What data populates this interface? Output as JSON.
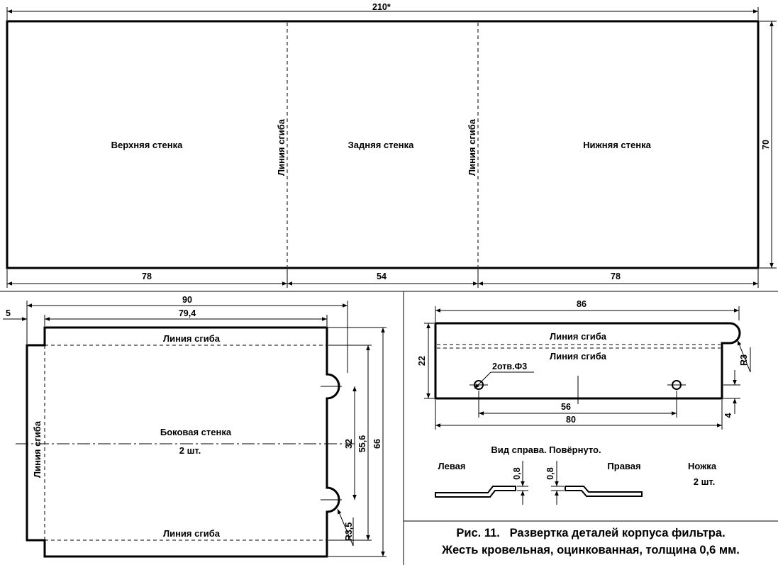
{
  "top_panel": {
    "width_dim": "210*",
    "height_dim": "70",
    "sections": [
      {
        "label": "Верхняя стенка",
        "width": "78"
      },
      {
        "label": "Задняя стенка",
        "width": "54"
      },
      {
        "label": "Нижняя стенка",
        "width": "78"
      }
    ],
    "fold_label": "Линия сгиба"
  },
  "side_wall": {
    "title": "Боковая стенка",
    "qty": "2 шт.",
    "fold_label": "Линия сгиба",
    "dims": {
      "overall_width": "90",
      "inner_width": "79,4",
      "offset": "5",
      "notch_pitch": "32",
      "mid": "55,6",
      "height": "66",
      "radius": "R3,5"
    }
  },
  "leg": {
    "fold_label": "Линия сгиба",
    "holes": "2отв.Ф3",
    "dims": {
      "length": "86",
      "height": "22",
      "hole_pitch": "56",
      "base": "80",
      "radius": "R3",
      "edge": "4"
    },
    "view_title": "Вид справа. Повёрнуто.",
    "left_label": "Левая",
    "right_label": "Правая",
    "leg_label": "Ножка",
    "leg_qty": "2 шт.",
    "step_dim": "0,8"
  },
  "caption": {
    "line1": "Рис. 11.   Развертка деталей корпуса фильтра.",
    "line2": "Жесть кровельная, оцинкованная, толщина 0,6 мм."
  }
}
